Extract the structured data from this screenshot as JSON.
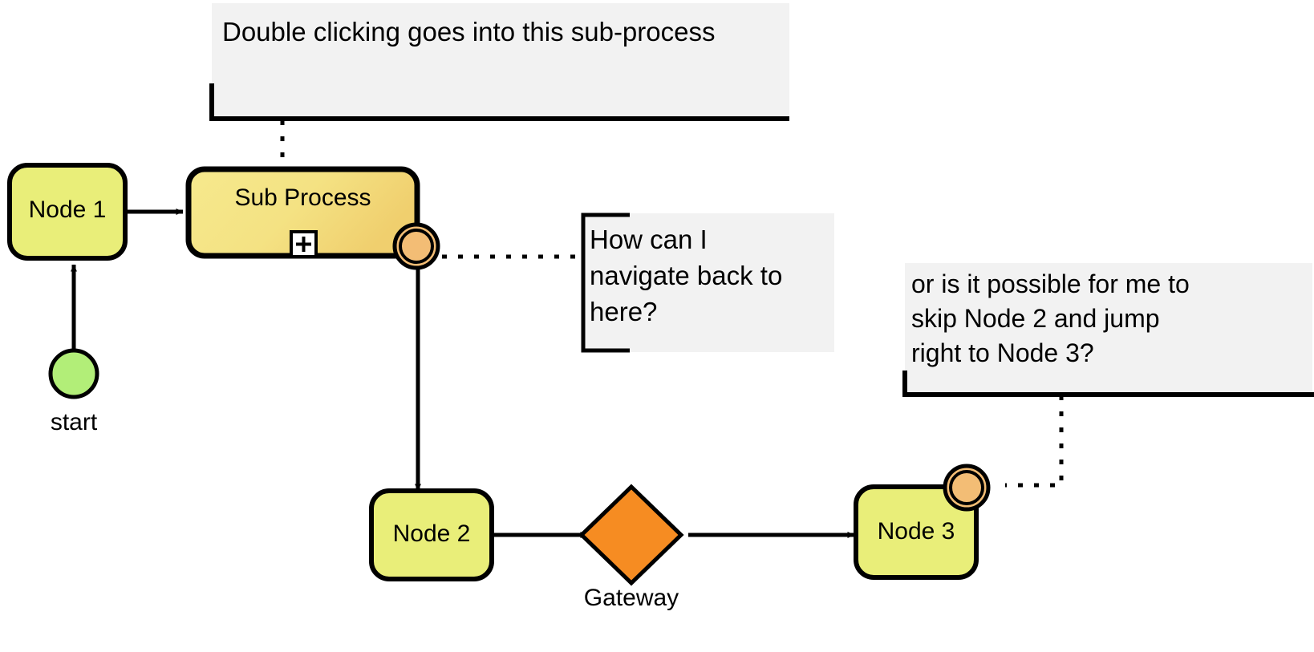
{
  "diagram": {
    "title": "BPMN sub-process navigation question diagram",
    "background": "#ffffff"
  },
  "colors": {
    "task_fill": "#e9ee79",
    "subprocess_fill_light": "#f4e686",
    "subprocess_fill_dark": "#f2d97a",
    "start_event_fill": "#b2ee78",
    "boundary_event_fill": "#f3bd75",
    "gateway_fill": "#f68c22",
    "note_fill": "#f2f2f2",
    "stroke": "#000000"
  },
  "nodes": {
    "start_event": {
      "name": "start-event",
      "label": "start",
      "type": "start-event"
    },
    "node1": {
      "name": "node-1",
      "label": "Node 1",
      "type": "task"
    },
    "subprocess": {
      "name": "sub-process",
      "label": "Sub Process",
      "type": "collapsed-sub-process",
      "marker": "+"
    },
    "subprocess_boundary": {
      "name": "sub-process-boundary-event",
      "label": "",
      "type": "boundary-event"
    },
    "node2": {
      "name": "node-2",
      "label": "Node 2",
      "type": "task"
    },
    "gateway": {
      "name": "gateway",
      "label": "Gateway",
      "type": "gateway"
    },
    "node3": {
      "name": "node-3",
      "label": "Node 3",
      "type": "task"
    },
    "node3_boundary": {
      "name": "node-3-boundary-event",
      "label": "",
      "type": "boundary-event"
    }
  },
  "notes": {
    "note_subprocess": {
      "name": "annotation-sub-process",
      "lines": [
        "Double clicking goes into this sub-process"
      ]
    },
    "note_navigate_back": {
      "name": "annotation-navigate-back",
      "lines": [
        "How can I",
        "navigate back to",
        "here?"
      ]
    },
    "note_skip_node2": {
      "name": "annotation-skip-node-2",
      "lines": [
        "or is it possible for me to",
        "skip Node 2 and jump",
        "right to Node 3?"
      ]
    }
  },
  "edges": [
    {
      "name": "edge-start-to-node1",
      "from": "start",
      "to": "Node 1",
      "style": "solid-arrow"
    },
    {
      "name": "edge-node1-to-subprocess",
      "from": "Node 1",
      "to": "Sub Process",
      "style": "solid-arrow"
    },
    {
      "name": "edge-boundary-to-node2",
      "from": "Sub Process boundary",
      "to": "Node 2",
      "style": "solid-arrow"
    },
    {
      "name": "edge-node2-to-gateway",
      "from": "Node 2",
      "to": "Gateway",
      "style": "solid-arrow"
    },
    {
      "name": "edge-gateway-to-node3",
      "from": "Gateway",
      "to": "Node 3",
      "style": "solid-arrow"
    },
    {
      "name": "connector-note-subprocess",
      "from": "annotation",
      "to": "Sub Process",
      "style": "dotted"
    },
    {
      "name": "connector-note-navigate-back",
      "from": "Sub Process boundary",
      "to": "annotation",
      "style": "dotted"
    },
    {
      "name": "connector-note-skip-node2",
      "from": "annotation",
      "to": "Node 3 boundary",
      "style": "dotted"
    }
  ]
}
